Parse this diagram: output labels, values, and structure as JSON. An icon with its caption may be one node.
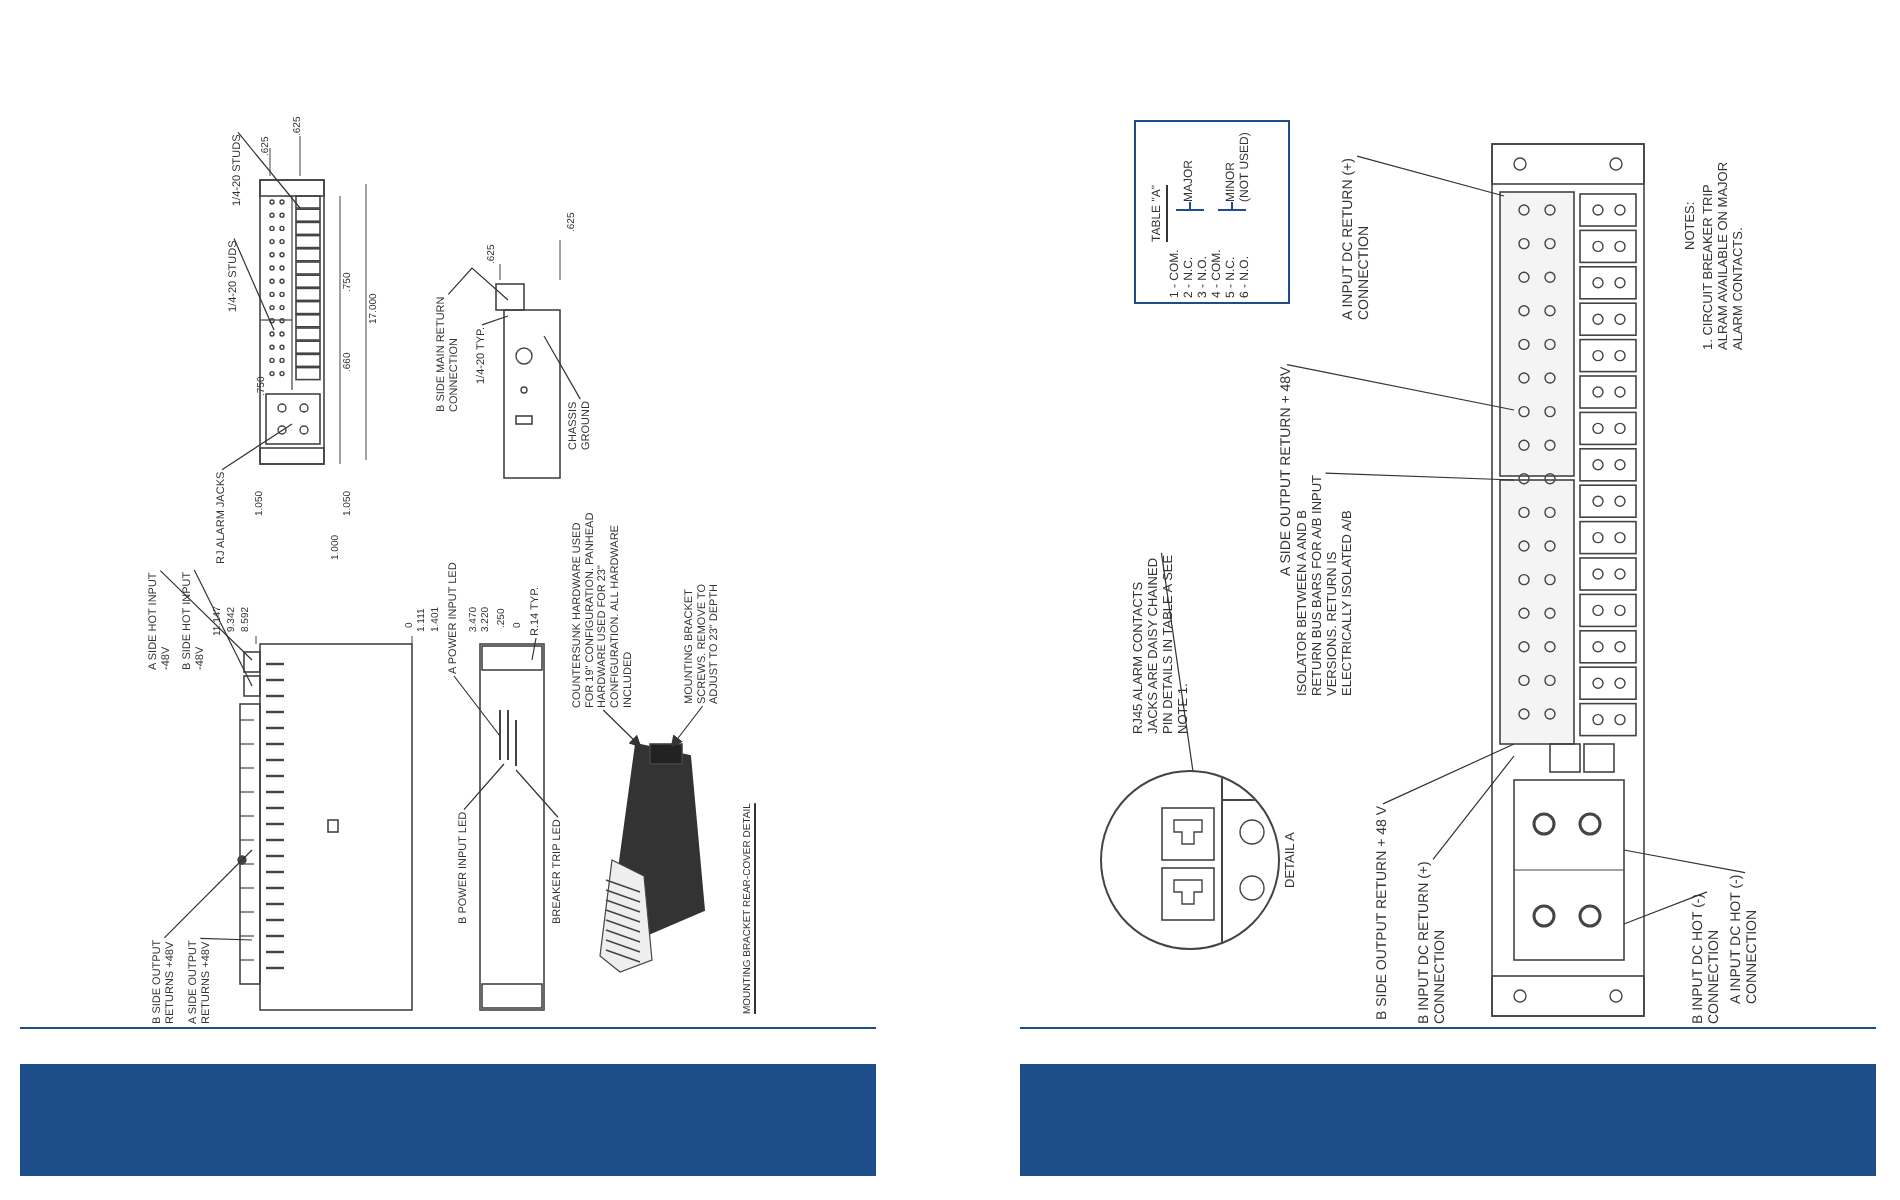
{
  "diagram": {
    "nodes": [
      {
        "text": [
          "TABLE \"A\"",
          "1 - COM.",
          "2 - N.C.",
          "3 - N.O.",
          "4 - COM.",
          "5 - N.C.",
          "6 - N.O.",
          "MAJOR",
          "MINOR (NOT USED)"
        ]
      },
      {
        "text": [
          "A INPUT DC RETURN (+) CONNECTION"
        ]
      },
      {
        "text": [
          "A SIDE OUTPUT RETURN + 48V"
        ]
      },
      {
        "text": [
          "ISOLATOR BETWEEN A AND B RETURN BUS BARS FOR A/B INPUT VERSIONS. RETURN IS ELECTRICALLY ISOLATED A/B"
        ]
      },
      {
        "text": [
          "RJ45 ALARM CONTACTS JACKS ARE DAISY CHAINED PIN DETAILS IN TABLE A SEE NOTE 1."
        ]
      },
      {
        "text": [],
        "shape": "circle",
        "beside": [
          "DETAIL A"
        ]
      },
      {
        "text": [
          "B SIDE OUTPUT RETURN + 48 V"
        ]
      },
      {
        "text": [
          "B INPUT DC RETURN (+) CONNECTION"
        ]
      },
      {
        "text": [
          "B INPUT DC HOT (-) CONNECTION"
        ]
      },
      {
        "text": [
          "A INPUT DC HOT (-) CONNECTION"
        ]
      },
      {
        "text": [
          "1/4-20 STUDS"
        ]
      },
      {
        "text": [
          "1/4-20 STUDS"
        ]
      },
      {
        "text": [
          "RJ ALARM JACKS"
        ]
      },
      {
        "text": [
          "B SIDE MAIN RETURN CONNECTION"
        ]
      },
      {
        "text": [
          "1/4-20 TYP."
        ]
      },
      {
        "text": [
          "CHASSIS GROUND"
        ]
      },
      {
        "text": [
          "A SIDE HOT INPUT -48V"
        ]
      },
      {
        "text": [
          "B SIDE HOT INPUT -48V"
        ]
      },
      {
        "text": [
          "B SIDE OUTPUT RETURNS +48V"
        ]
      },
      {
        "text": [
          "A SIDE OUTPUT RETURNS +48V"
        ]
      },
      {
        "text": [
          "A POWER INPUT LED"
        ]
      },
      {
        "text": [
          "B POWER INPUT LED"
        ]
      },
      {
        "text": [
          "BREAKER TRIP LED"
        ]
      },
      {
        "text": [
          "R.14 TYP."
        ]
      },
      {
        "text": [
          "COUNTERSUNK HARDWARE USED FOR 19\" CONFIGURATION. PANHEAD HARDWARE USED FOR 23\" CONFIGURATION. ALL HARDWARE INCLUDED"
        ]
      },
      {
        "text": [
          "MOUNTING BRACKET SCREWS. REMOVE TO ADJUST TO 23\" DEPTH"
        ]
      },
      {
        "text": [],
        "shape": "picture"
      },
      {
        "text": [],
        "shape": "picture"
      },
      {
        "text": [],
        "shape": "picture"
      },
      {
        "text": [],
        "shape": "picture"
      },
      {
        "text": [],
        "shape": "picture"
      },
      {
        "text": [],
        "shape": "picture"
      }
    ],
    "edges": [
      {
        "from": 1,
        "to": 31,
        "arrow": "none"
      },
      {
        "from": 2,
        "to": 31,
        "arrow": "none"
      },
      {
        "from": 3,
        "to": 31,
        "arrow": "none"
      },
      {
        "from": 4,
        "to": 5,
        "arrow": "none"
      },
      {
        "from": 6,
        "to": 31,
        "arrow": "none"
      },
      {
        "from": 7,
        "to": 31,
        "arrow": "none"
      },
      {
        "from": 8,
        "to": 31,
        "arrow": "none"
      },
      {
        "from": 9,
        "to": 31,
        "arrow": "none"
      },
      {
        "from": 10,
        "to": 26,
        "arrow": "none"
      },
      {
        "from": 11,
        "to": 26,
        "arrow": "none"
      },
      {
        "from": 12,
        "to": 26,
        "arrow": "none"
      },
      {
        "from": 13,
        "to": 27,
        "arrow": "none"
      },
      {
        "from": 14,
        "to": 27,
        "arrow": "none"
      },
      {
        "from": 15,
        "to": 27,
        "arrow": "none"
      },
      {
        "from": 16,
        "to": 28,
        "arrow": "none"
      },
      {
        "from": 17,
        "to": 28,
        "arrow": "none"
      },
      {
        "from": 18,
        "to": 28,
        "arrow": "none"
      },
      {
        "from": 19,
        "to": 28,
        "arrow": "none"
      },
      {
        "from": 20,
        "to": 29,
        "arrow": "none"
      },
      {
        "from": 21,
        "to": 29,
        "arrow": "none"
      },
      {
        "from": 22,
        "to": 29,
        "arrow": "none"
      },
      {
        "from": 23,
        "to": 29,
        "arrow": "none"
      },
      {
        "from": 24,
        "to": 30,
        "arrow": "to"
      },
      {
        "from": 25,
        "to": 30,
        "arrow": "to"
      }
    ],
    "labels": [
      "NOTES:",
      "1. CIRCUIT BREAKER TRIP ALRAM AVAILABLE ON MAJOR ALARM CONTACTS.",
      ".625",
      ".625",
      ".750",
      ".750",
      ".660",
      "17.000",
      "1.050",
      "1.050",
      "1.000",
      ".625",
      ".625",
      "11.147",
      "9.342",
      "8.592",
      "0",
      "1.111",
      "1.401",
      "3.470",
      "3.220",
      ".250",
      "0",
      "MOUNTING BRACKET REAR-COVER DETAIL"
    ]
  }
}
